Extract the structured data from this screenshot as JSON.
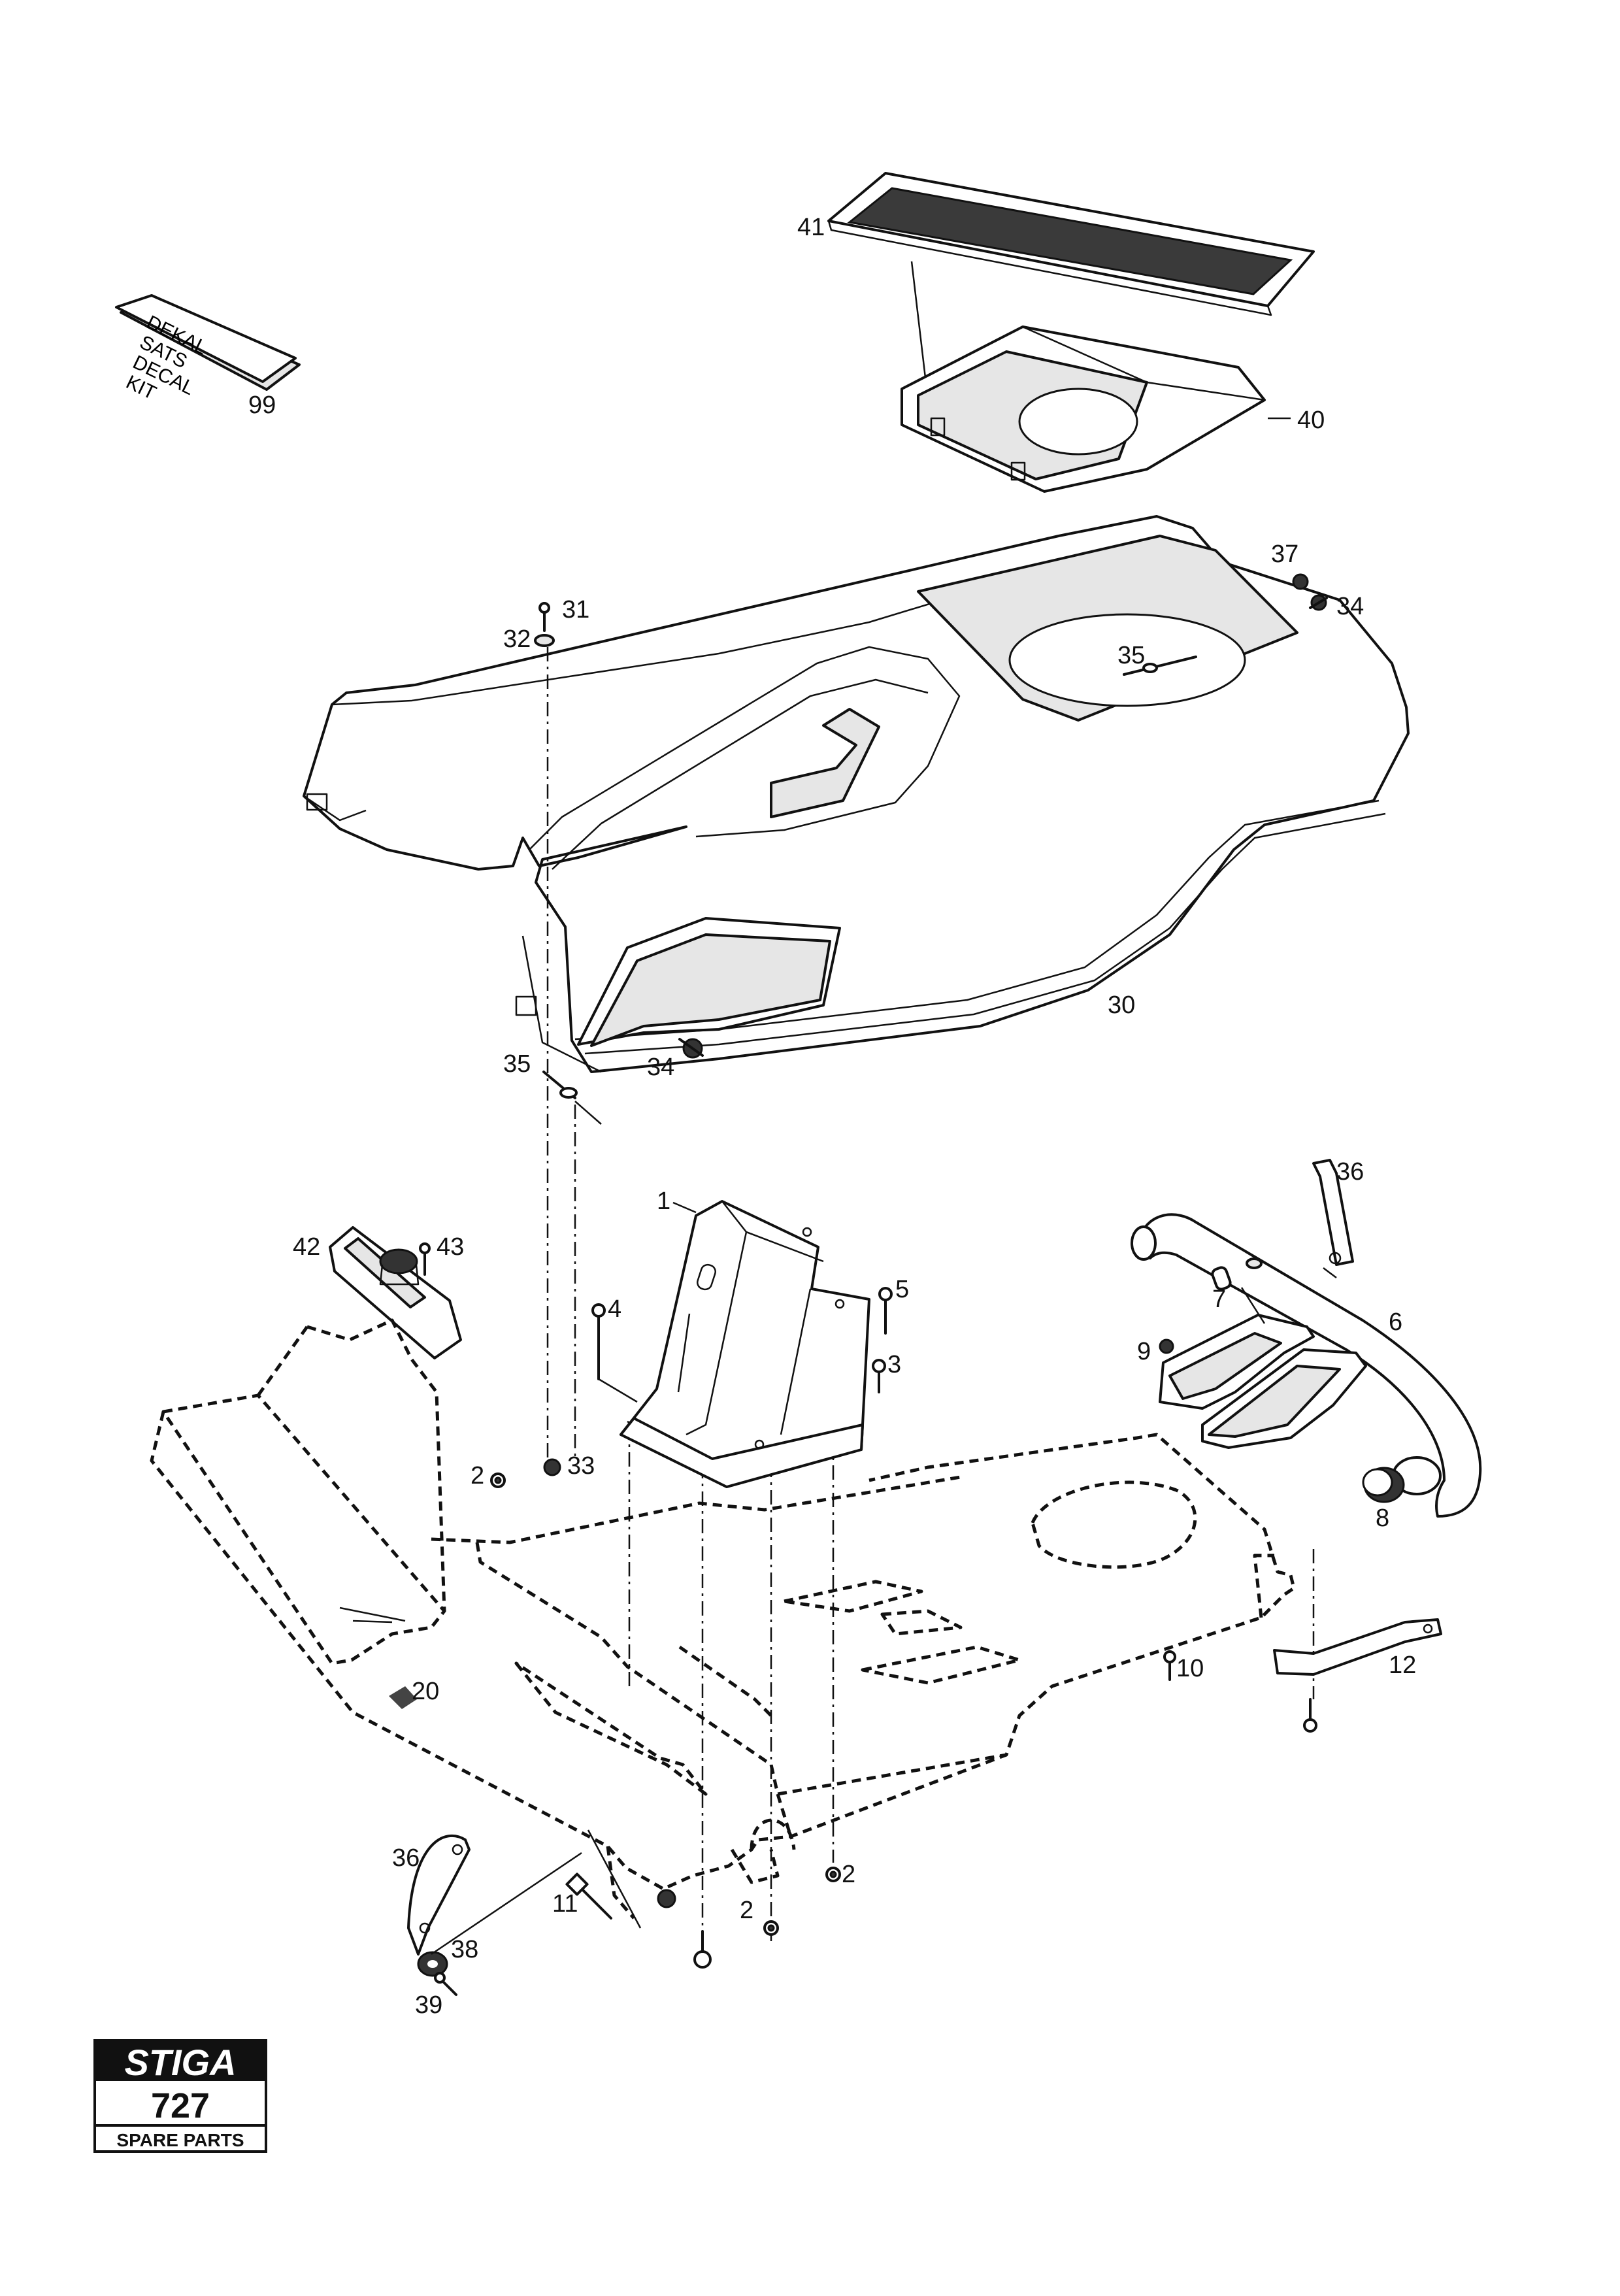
{
  "kit": {
    "lines": [
      "DEKAL",
      "SATS",
      "DECAL",
      "KIT"
    ]
  },
  "callouts": [
    {
      "id": "c41",
      "label": "41"
    },
    {
      "id": "c99",
      "label": "99"
    },
    {
      "id": "c40",
      "label": "40"
    },
    {
      "id": "c37",
      "label": "37"
    },
    {
      "id": "c34a",
      "label": "34"
    },
    {
      "id": "c31",
      "label": "31"
    },
    {
      "id": "c32",
      "label": "32"
    },
    {
      "id": "c35a",
      "label": "35"
    },
    {
      "id": "c30",
      "label": "30"
    },
    {
      "id": "c35b",
      "label": "35"
    },
    {
      "id": "c34b",
      "label": "34"
    },
    {
      "id": "c36a",
      "label": "36"
    },
    {
      "id": "c1",
      "label": "1"
    },
    {
      "id": "c42",
      "label": "42"
    },
    {
      "id": "c43",
      "label": "43"
    },
    {
      "id": "c4",
      "label": "4"
    },
    {
      "id": "c5",
      "label": "5"
    },
    {
      "id": "c7",
      "label": "7"
    },
    {
      "id": "c6",
      "label": "6"
    },
    {
      "id": "c9",
      "label": "9"
    },
    {
      "id": "c3",
      "label": "3"
    },
    {
      "id": "c2a",
      "label": "2"
    },
    {
      "id": "c33",
      "label": "33"
    },
    {
      "id": "c8",
      "label": "8"
    },
    {
      "id": "c20",
      "label": "20"
    },
    {
      "id": "c10",
      "label": "10"
    },
    {
      "id": "c12",
      "label": "12"
    },
    {
      "id": "c36b",
      "label": "36"
    },
    {
      "id": "c2b",
      "label": "2"
    },
    {
      "id": "c11",
      "label": "11"
    },
    {
      "id": "c2c",
      "label": "2"
    },
    {
      "id": "c38",
      "label": "38"
    },
    {
      "id": "c39",
      "label": "39"
    }
  ],
  "logo": {
    "brand": "STIGA",
    "model": "727",
    "caption": "SPARE PARTS"
  }
}
